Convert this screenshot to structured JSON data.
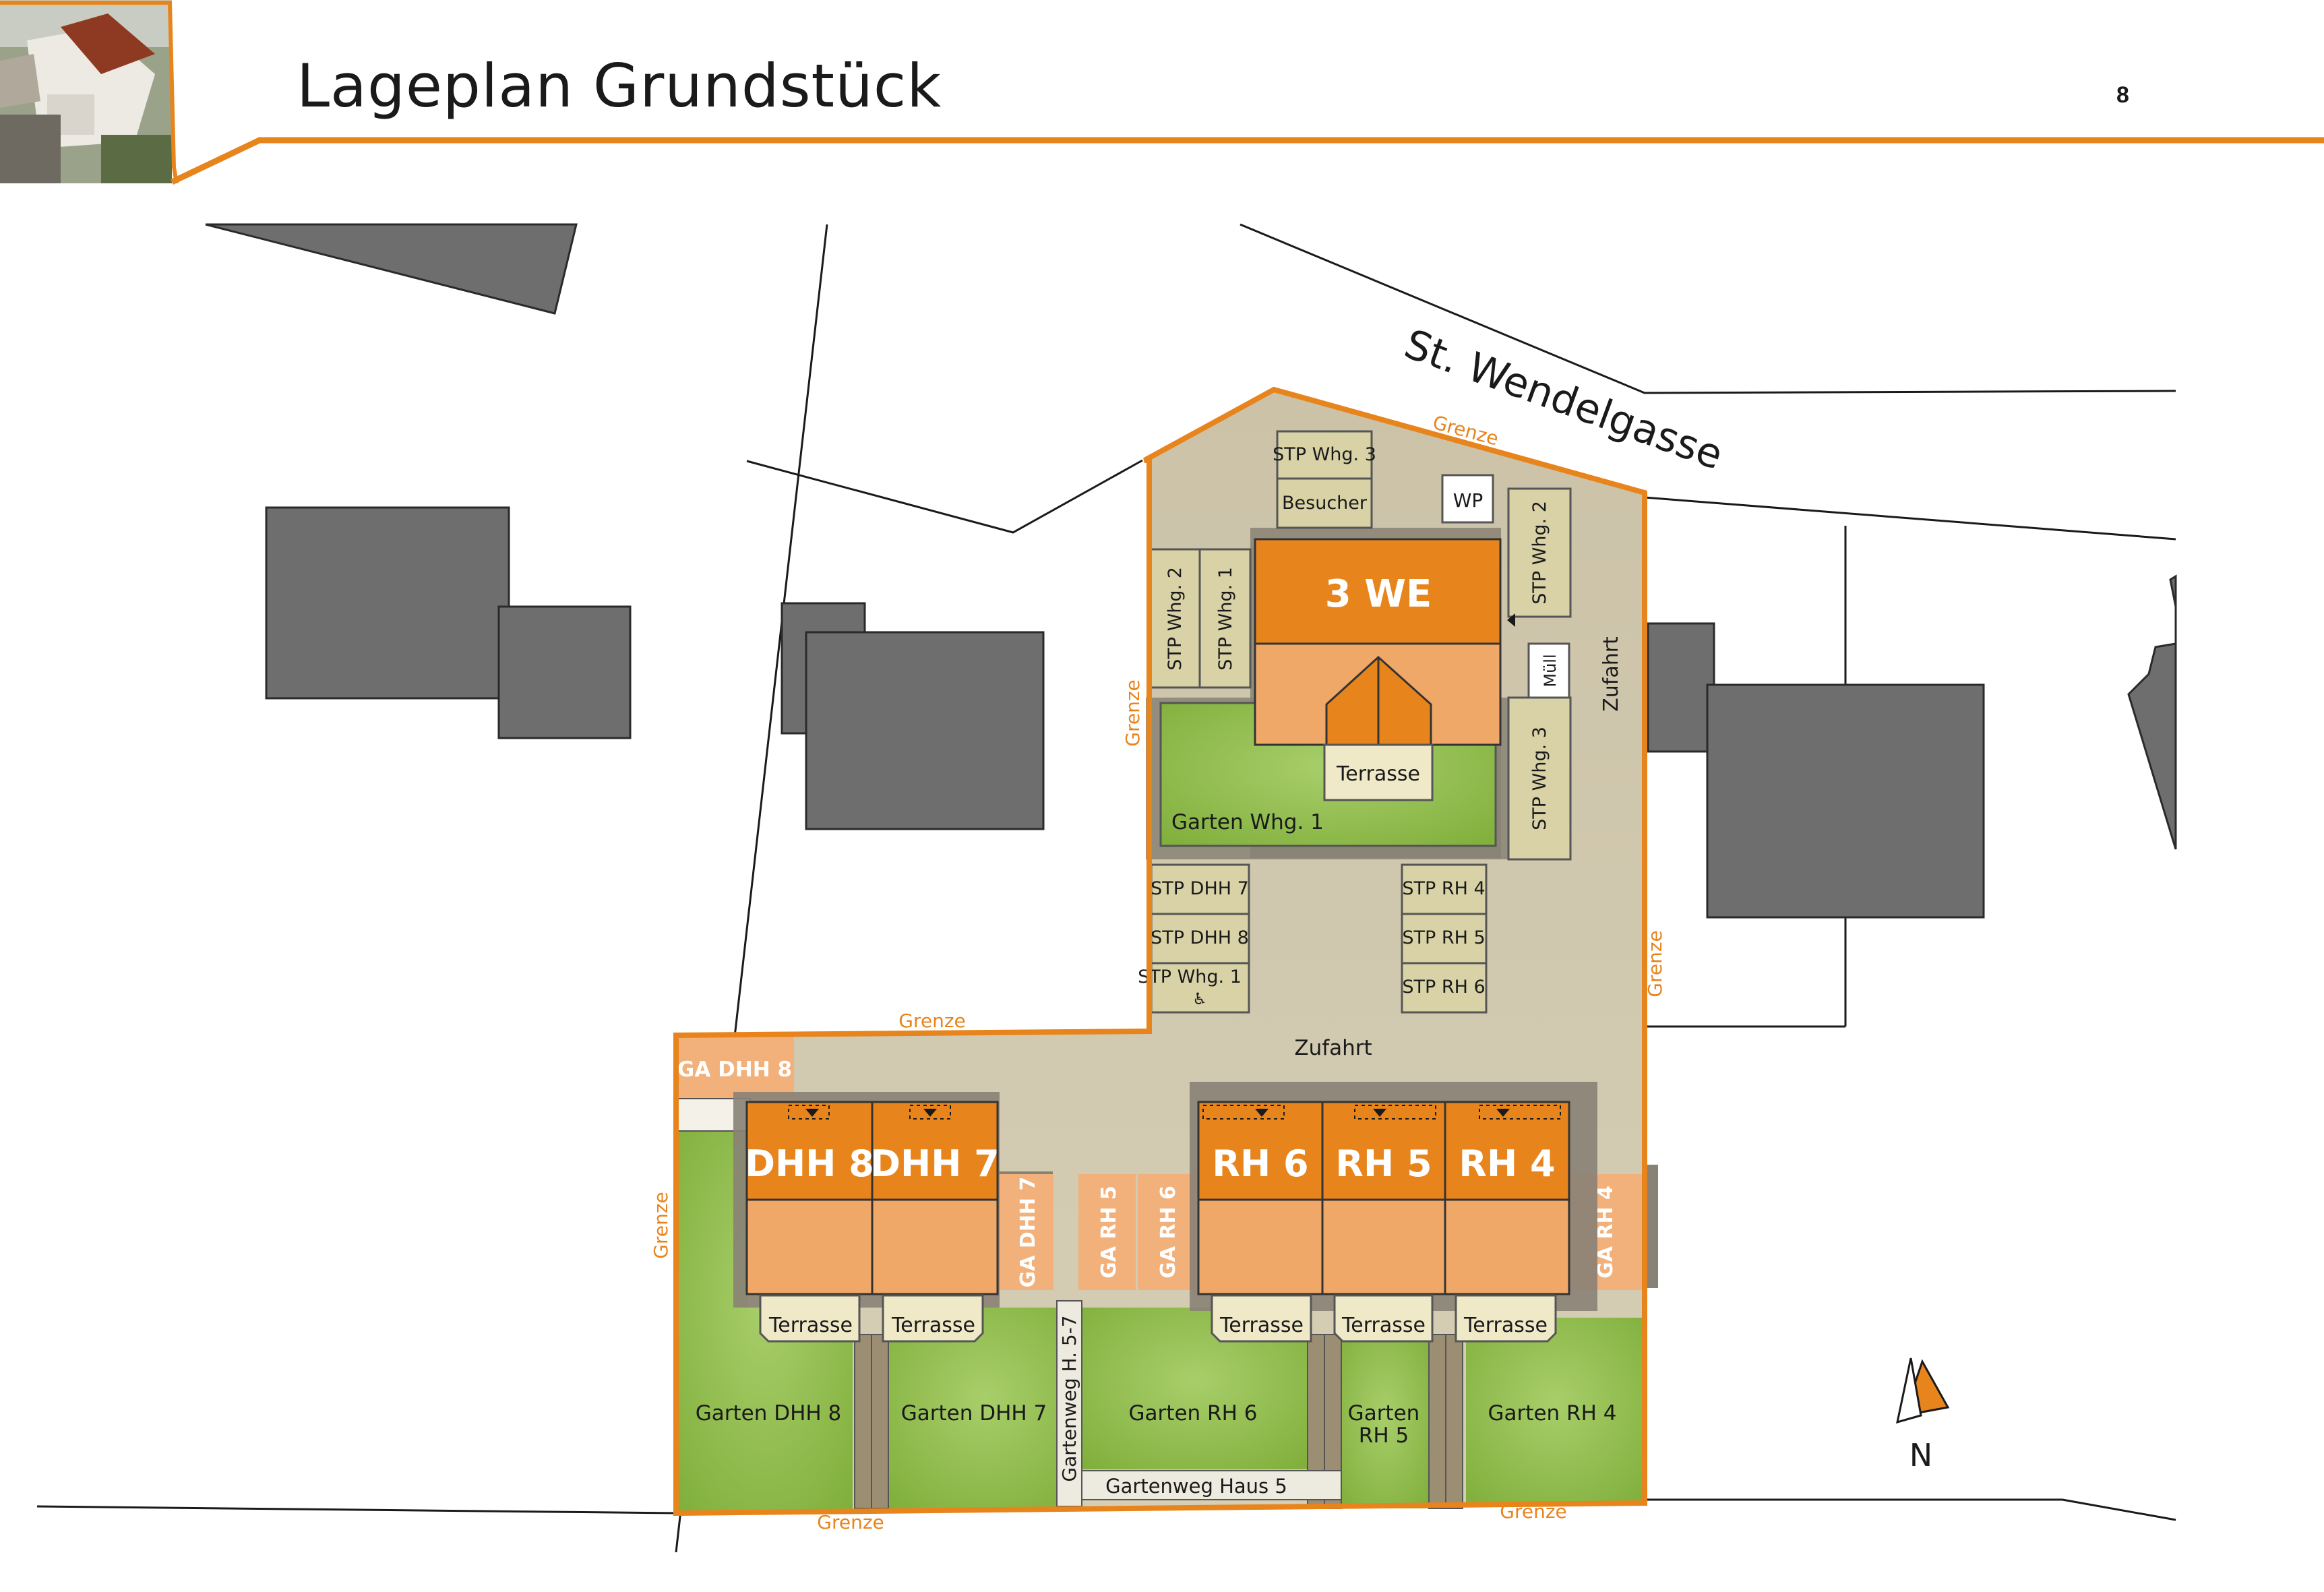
{
  "header": {
    "title": "Lageplan Grundstück",
    "page_number": "8",
    "accent_color": "#E8841C"
  },
  "plan": {
    "street": "St. Wendelgasse",
    "boundary_label": "Grenze",
    "north_label": "N",
    "access_label": "Zufahrt",
    "main_building": "3 WE",
    "waste": "Müll",
    "heat_pump": "WP",
    "terrace": "Terrasse",
    "houses": [
      "DHH 8",
      "DHH 7",
      "RH 6",
      "RH 5",
      "RH 4"
    ],
    "garages": [
      "GA DHH 8",
      "GA DHH 7",
      "GA RH 5",
      "GA RH 6",
      "GA RH 4"
    ],
    "gardens": [
      "Garten Whg. 1",
      "Garten DHH 8",
      "Garten DHH 7",
      "Garten RH 6",
      "Garten RH 5",
      "Garten RH 4"
    ],
    "garden_rh5_line1": "Garten",
    "garden_rh5_line2": "RH 5",
    "parking_top": [
      "STP Whg. 3",
      "Besucher"
    ],
    "parking_left": [
      "STP Whg. 2",
      "STP Whg. 1"
    ],
    "parking_right": [
      "STP Whg. 2",
      "STP Whg. 3"
    ],
    "parking_center_left": [
      "STP DHH 7",
      "STP DHH 8",
      "STP Whg. 1"
    ],
    "parking_center_right": [
      "STP RH 4",
      "STP RH 5",
      "STP RH 6"
    ],
    "paths": [
      "Gartenweg H. 5-7",
      "Gartenweg Haus 5"
    ],
    "colors": {
      "building_dark": "#E8841C",
      "building_light": "#F0A868",
      "garage": "#F2B07A",
      "garden": "#9BC455",
      "parking": "#D8D2A6",
      "access": "#CFC6AE",
      "neighbor": "#6E6E6E"
    }
  }
}
